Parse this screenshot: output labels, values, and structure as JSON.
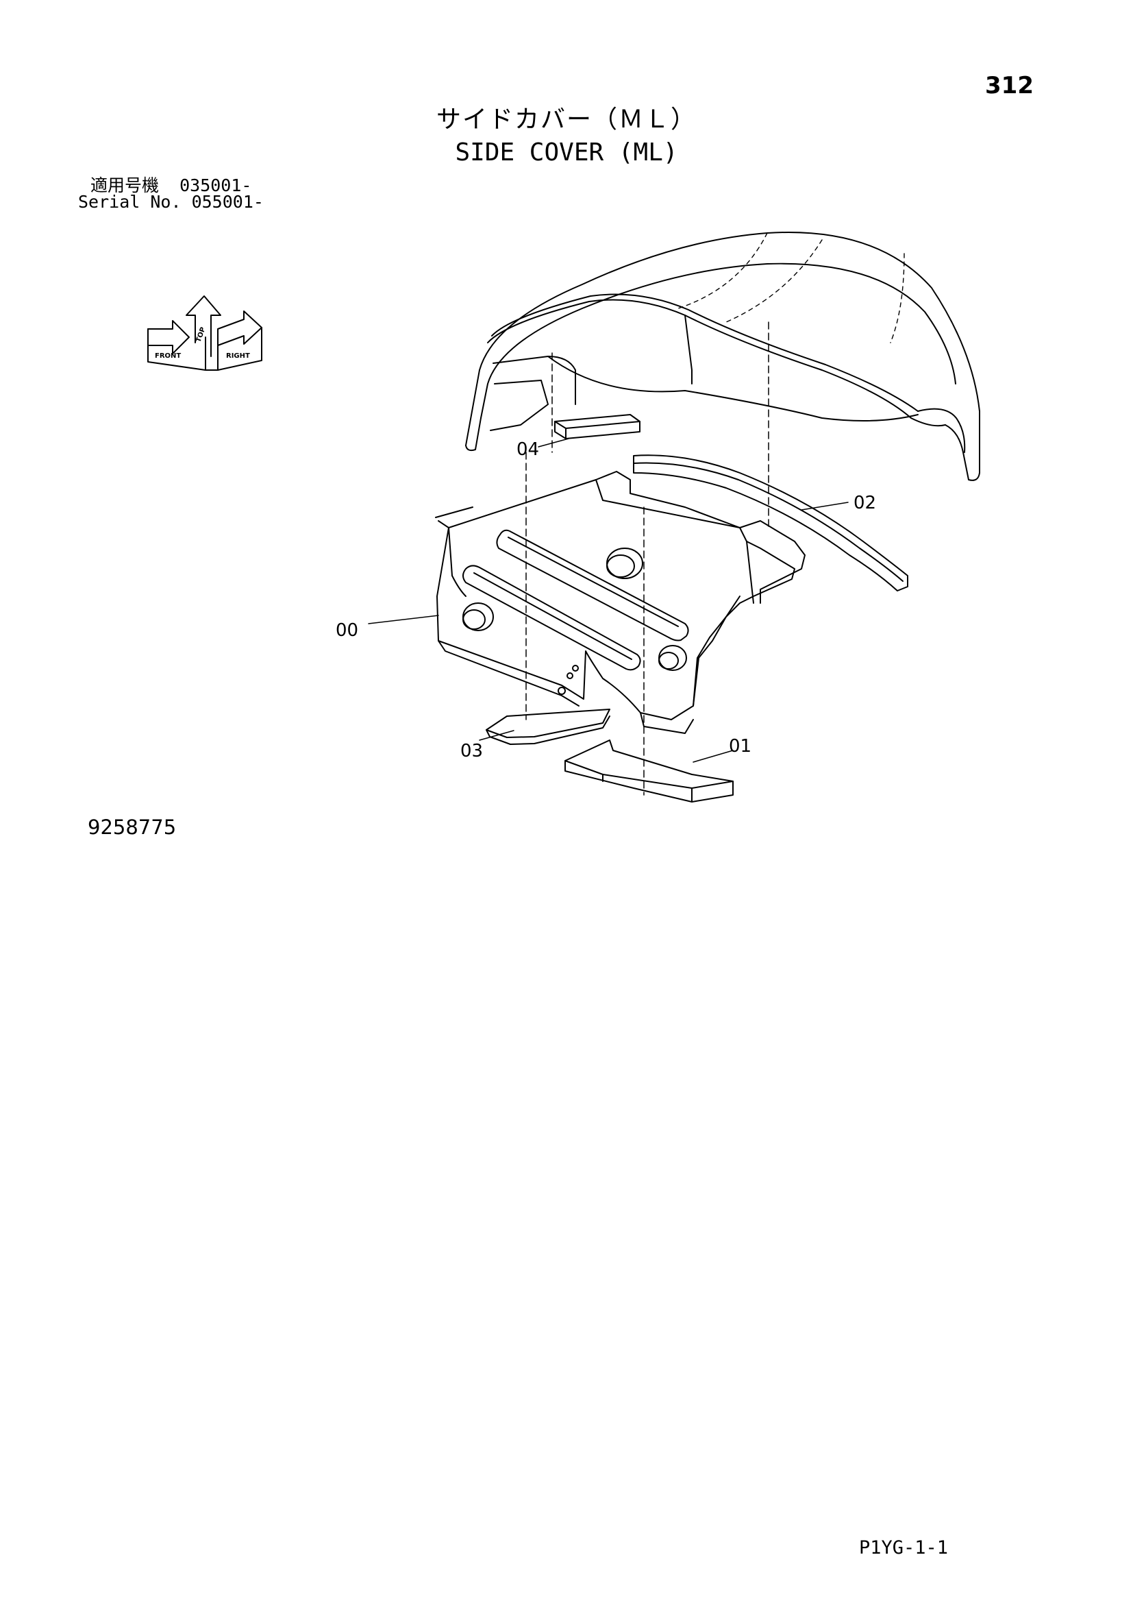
{
  "page_number": "312",
  "title_jp": "サイドカバー（ＭＬ）",
  "title_en": "SIDE COVER (ML)",
  "applicability": {
    "jp": "適用号機  035001-",
    "en": "Serial No. 055001-"
  },
  "orientation_icon": {
    "icon": "orientation-arrows-icon",
    "front": "FRONT",
    "top": "TOP",
    "right": "RIGHT"
  },
  "callouts": [
    {
      "id": "callout-00",
      "label": "00"
    },
    {
      "id": "callout-01",
      "label": "01"
    },
    {
      "id": "callout-02",
      "label": "02"
    },
    {
      "id": "callout-03",
      "label": "03"
    },
    {
      "id": "callout-04",
      "label": "04"
    }
  ],
  "drawing_number": "9258775",
  "footer_code": "P1YG-1-1"
}
